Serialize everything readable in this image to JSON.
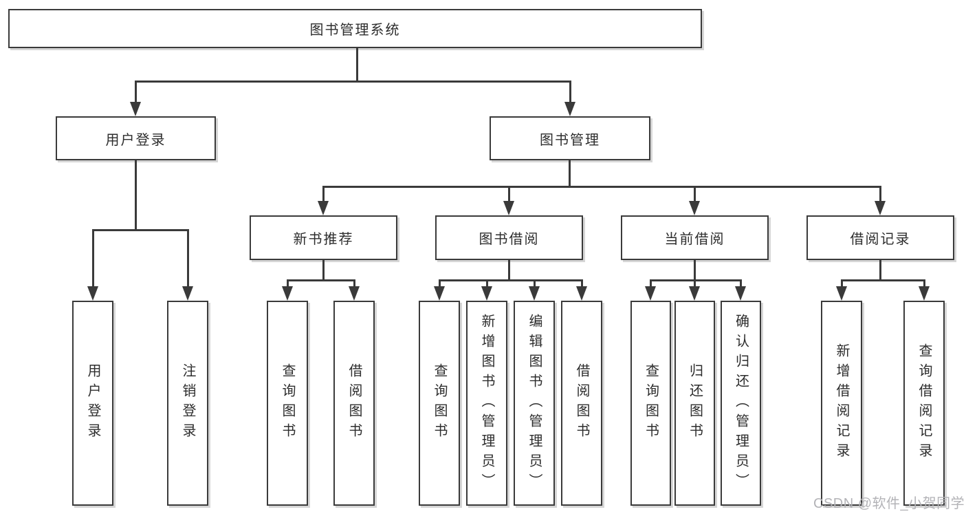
{
  "diagram": {
    "title": "图书管理系统",
    "root": {
      "label": "图书管理系统"
    },
    "branches": [
      {
        "label": "用户登录",
        "leaves": [
          {
            "label": "用户登录"
          },
          {
            "label": "注销登录"
          }
        ]
      },
      {
        "label": "图书管理",
        "children": [
          {
            "label": "新书推荐",
            "leaves": [
              {
                "label": "查询图书"
              },
              {
                "label": "借阅图书"
              }
            ]
          },
          {
            "label": "图书借阅",
            "leaves": [
              {
                "label": "查询图书"
              },
              {
                "label": "新增图书（管理员）"
              },
              {
                "label": "编辑图书（管理员）"
              },
              {
                "label": "借阅图书"
              }
            ]
          },
          {
            "label": "当前借阅",
            "leaves": [
              {
                "label": "查询图书"
              },
              {
                "label": "归还图书"
              },
              {
                "label": "确认归还（管理员）"
              }
            ]
          },
          {
            "label": "借阅记录",
            "leaves": [
              {
                "label": "新增借阅记录"
              },
              {
                "label": "查询借阅记录"
              }
            ]
          }
        ]
      }
    ]
  },
  "watermark": {
    "text": "CSDN @软件_小贺同学"
  },
  "colors": {
    "line": "#3a3a3a",
    "text": "#2d2d2d",
    "box_bg": "#ffffff",
    "background": "#ffffff",
    "watermark": "#b3b3b7"
  }
}
